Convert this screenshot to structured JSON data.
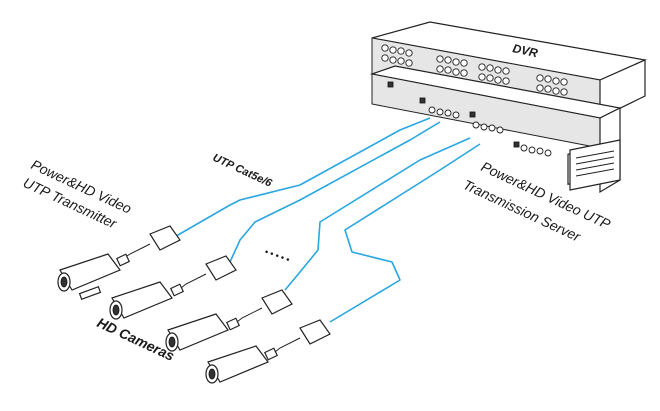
{
  "labels": {
    "transmitter_line1": "Power&HD Video",
    "transmitter_line2": "UTP Transmitter",
    "cable": "UTP Cat5e/6",
    "server_line1": "Power&HD Video UTP",
    "server_line2": "Transmission Server",
    "cameras": "HD Cameras",
    "dvr": "DVR",
    "ellipsis": "• • • • •"
  },
  "colors": {
    "cable": "#2aa7e0",
    "outline": "#222222"
  }
}
